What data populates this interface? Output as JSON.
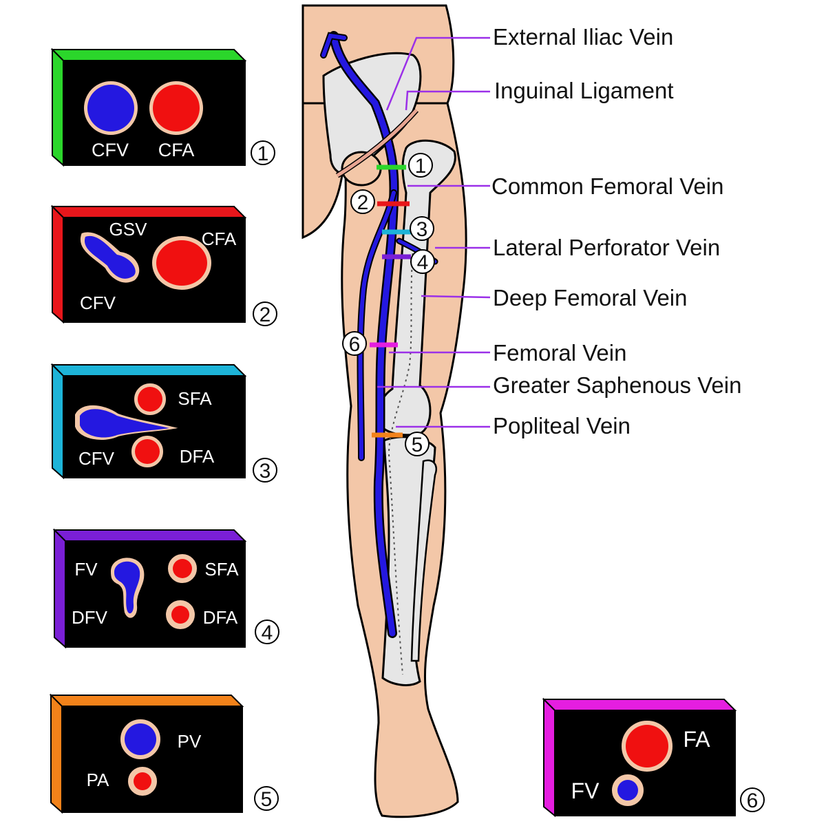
{
  "colors": {
    "skin": "#f3c7a8",
    "bone": "#e6e6e6",
    "vein": "#2418e0",
    "artery": "#f01010",
    "leader": "#9b30e8",
    "panel": "#000000"
  },
  "labels": {
    "external_iliac_vein": "External Iliac Vein",
    "inguinal_ligament": "Inguinal Ligament",
    "common_femoral_vein": "Common Femoral Vein",
    "lateral_perforator_vein": "Lateral Perforator Vein",
    "deep_femoral_vein": "Deep Femoral Vein",
    "femoral_vein": "Femoral Vein",
    "greater_saphenous_vein": "Greater Saphenous Vein",
    "popliteal_vein": "Popliteal Vein"
  },
  "markers": [
    {
      "num": "1",
      "color": "#2bd62b"
    },
    {
      "num": "2",
      "color": "#e8161b"
    },
    {
      "num": "3",
      "color": "#1db4d8"
    },
    {
      "num": "4",
      "color": "#7a1fd6"
    },
    {
      "num": "5",
      "color": "#f2821a"
    },
    {
      "num": "6",
      "color": "#e51ee0"
    }
  ],
  "panels": {
    "p1": {
      "num": "1",
      "accent": "#2bd62b",
      "vein_label": "CFV",
      "artery_label": "CFA"
    },
    "p2": {
      "num": "2",
      "accent": "#e8161b",
      "gsv_label": "GSV",
      "artery_label": "CFA",
      "vein_label": "CFV"
    },
    "p3": {
      "num": "3",
      "accent": "#1db4d8",
      "sfa_label": "SFA",
      "vein_label": "CFV",
      "dfa_label": "DFA"
    },
    "p4": {
      "num": "4",
      "accent": "#7a1fd6",
      "fv_label": "FV",
      "sfa_label": "SFA",
      "dfv_label": "DFV",
      "dfa_label": "DFA"
    },
    "p5": {
      "num": "5",
      "accent": "#f2821a",
      "pv_label": "PV",
      "pa_label": "PA"
    },
    "p6": {
      "num": "6",
      "accent": "#e51ee0",
      "fa_label": "FA",
      "fv_label": "FV"
    }
  }
}
